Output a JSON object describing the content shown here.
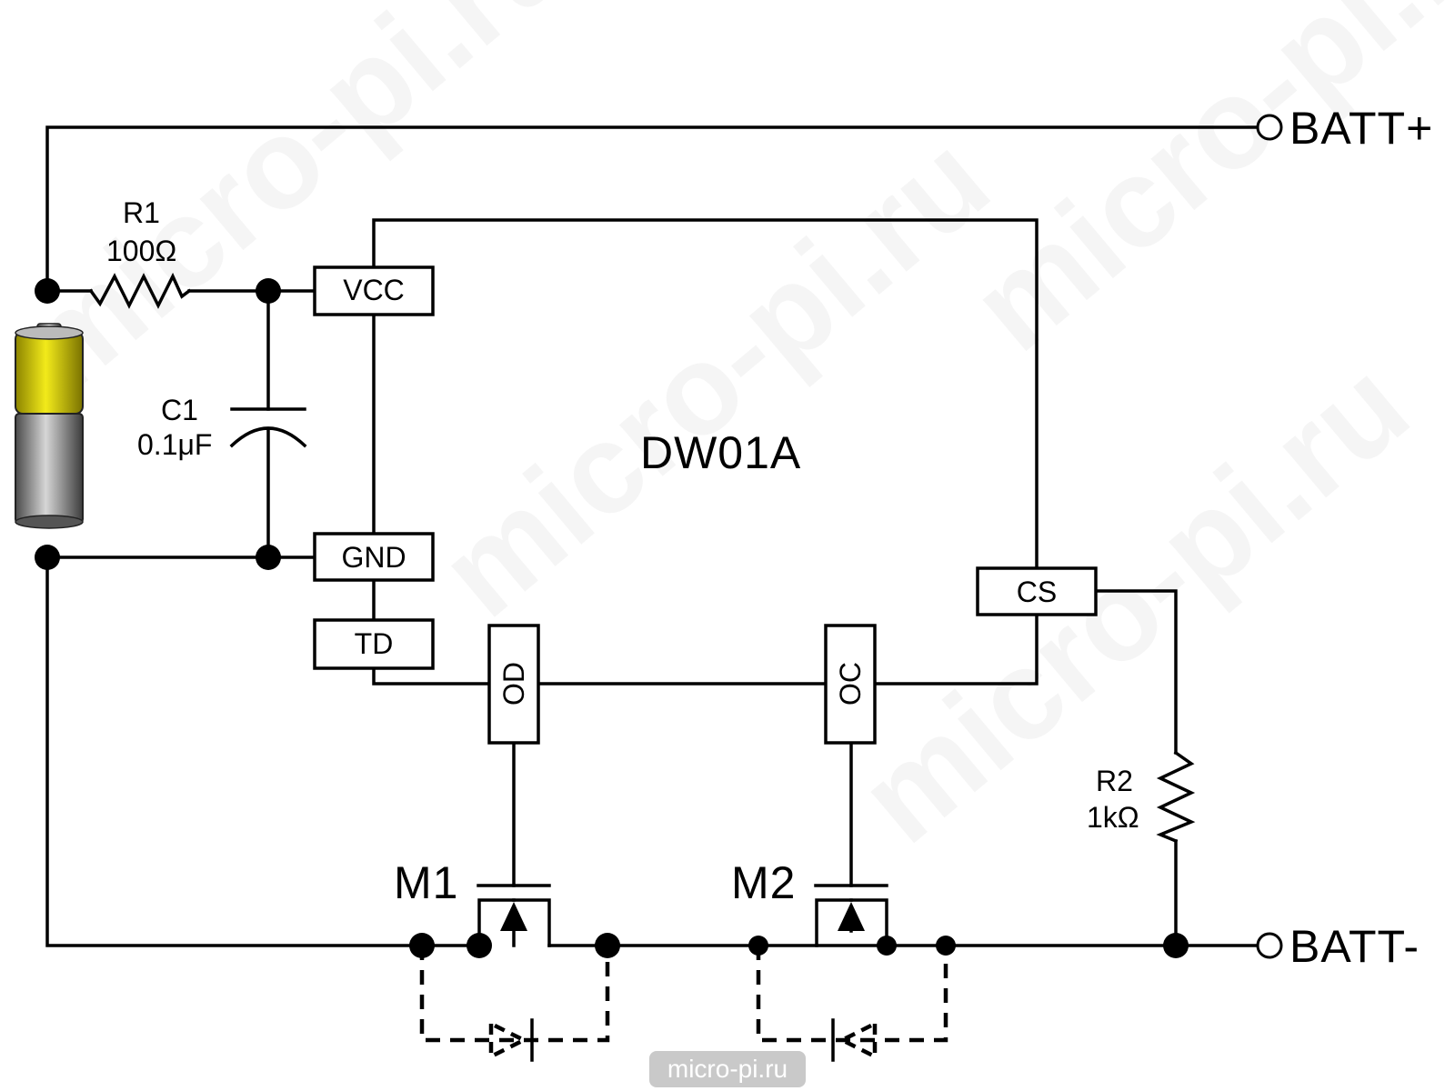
{
  "chip": {
    "name": "DW01A"
  },
  "pins": {
    "vcc": "VCC",
    "gnd": "GND",
    "td": "TD",
    "od": "OD",
    "oc": "OC",
    "cs": "CS"
  },
  "components": {
    "r1": {
      "ref": "R1",
      "value": "100Ω"
    },
    "c1": {
      "ref": "C1",
      "value": "0.1μF"
    },
    "r2": {
      "ref": "R2",
      "value": "1kΩ"
    },
    "m1": {
      "ref": "M1"
    },
    "m2": {
      "ref": "M2"
    }
  },
  "terminals": {
    "batt_plus": "BATT+",
    "batt_minus": "BATT-"
  },
  "battery": {
    "top_color": "#e0d400",
    "bottom_color": "#8a8a8a"
  },
  "watermark": "micro-pi.ru"
}
